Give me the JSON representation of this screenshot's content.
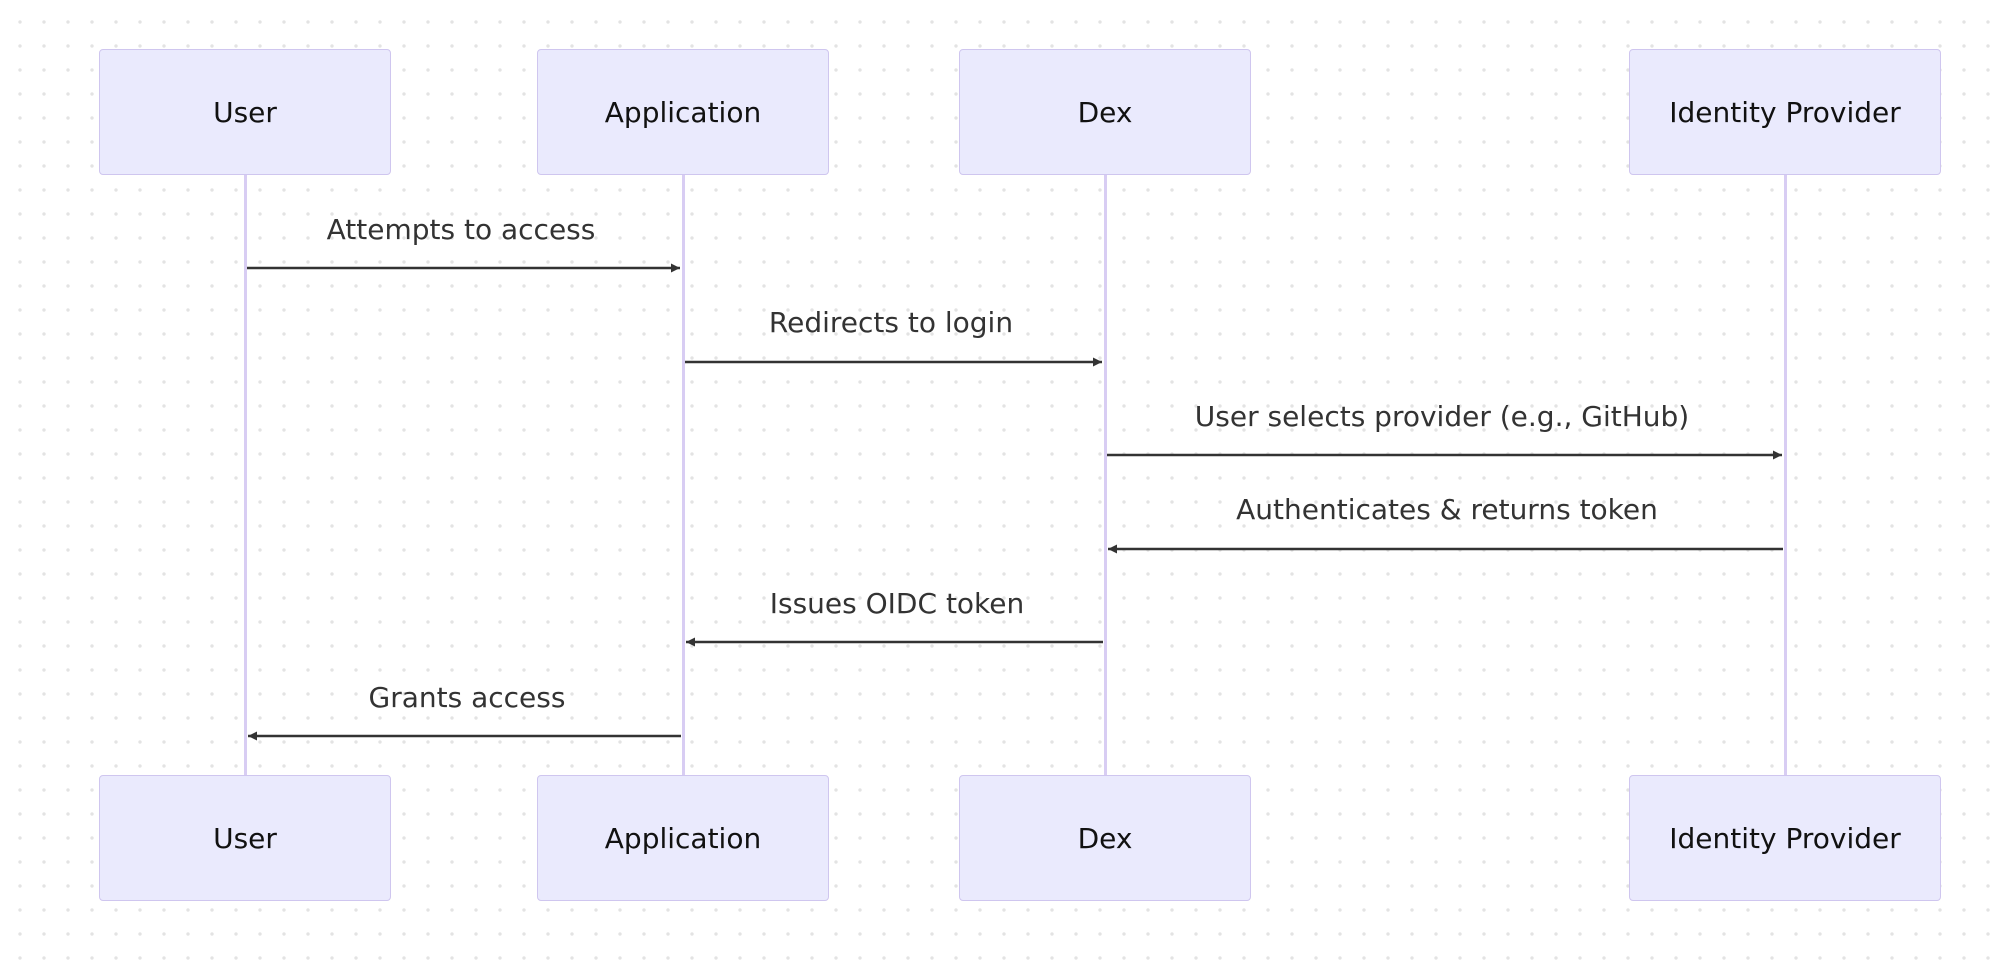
{
  "participants": [
    {
      "id": "user",
      "label": "User"
    },
    {
      "id": "application",
      "label": "Application"
    },
    {
      "id": "dex",
      "label": "Dex"
    },
    {
      "id": "idp",
      "label": "Identity Provider"
    }
  ],
  "messages": [
    {
      "from": "user",
      "to": "application",
      "label": "Attempts to access"
    },
    {
      "from": "application",
      "to": "dex",
      "label": "Redirects to login"
    },
    {
      "from": "dex",
      "to": "idp",
      "label": "User selects provider (e.g., GitHub)"
    },
    {
      "from": "idp",
      "to": "dex",
      "label": "Authenticates & returns token"
    },
    {
      "from": "dex",
      "to": "application",
      "label": "Issues OIDC token"
    },
    {
      "from": "application",
      "to": "user",
      "label": "Grants access"
    }
  ],
  "colors": {
    "actor_fill": "#eaeafd",
    "actor_border": "#cfc6ef",
    "lifeline": "#d8cdf3",
    "arrow": "#333333"
  }
}
